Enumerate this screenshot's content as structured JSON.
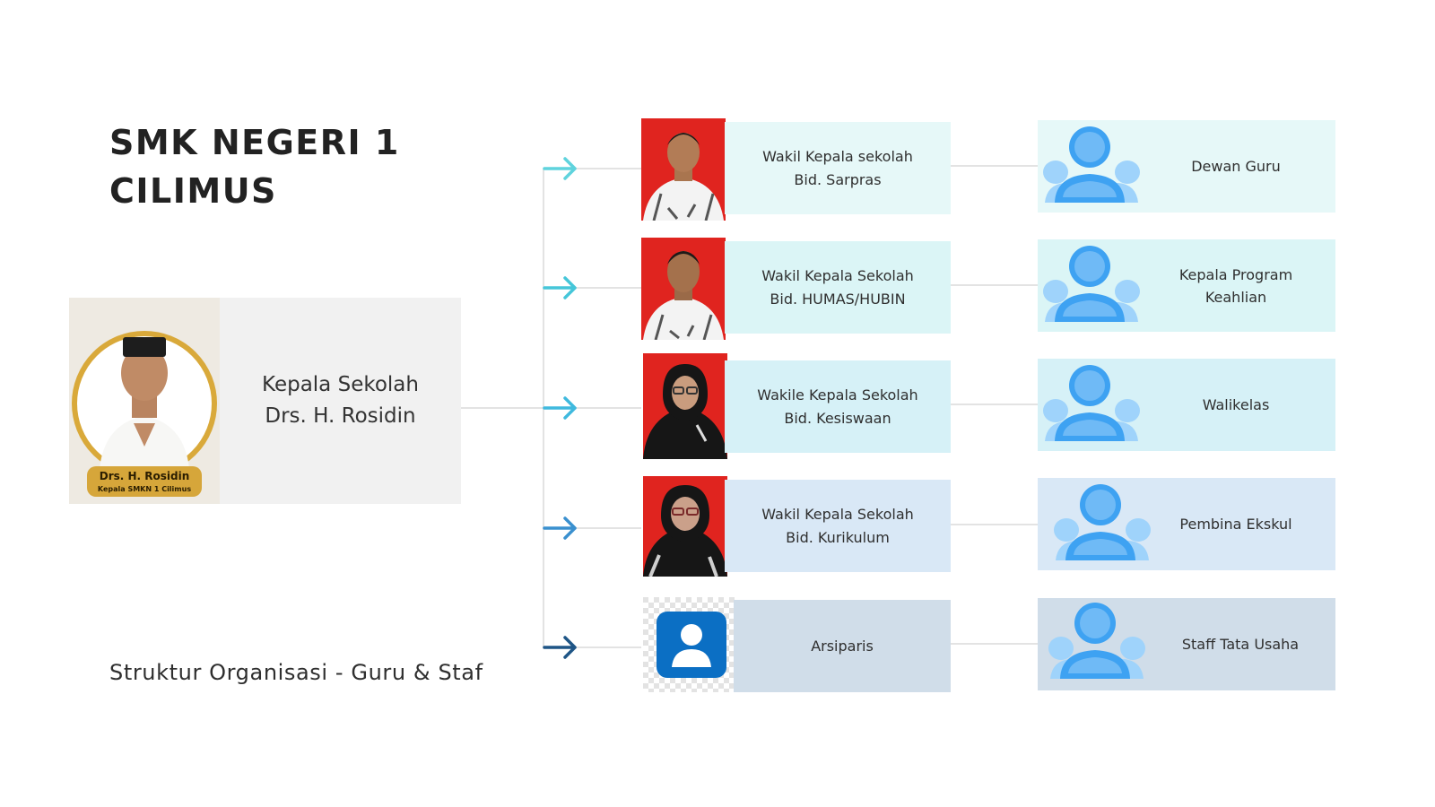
{
  "title": {
    "line1": "SMK NEGERI 1",
    "line2": "CILIMUS"
  },
  "subtitle": "Struktur Organisasi - Guru & Staf",
  "head": {
    "role": "Kepala Sekolah",
    "name": "Drs. H. Rosidin",
    "photo_name_tag": "Drs. H. Rosidin",
    "photo_subtag": "Kepala SMKN 1 Cilimus"
  },
  "branches": [
    {
      "line1": "Wakil Kepala sekolah",
      "line2": "Bid. Sarpras",
      "color": "#e6f8f8",
      "arrow_color": "#5fd3dd",
      "photo": "red-background-portrait-man"
    },
    {
      "line1": "Wakil Kepala Sekolah",
      "line2": "Bid. HUMAS/HUBIN",
      "color": "#dbf5f6",
      "arrow_color": "#45c6d9",
      "photo": "red-background-portrait-man"
    },
    {
      "line1": "Wakile Kepala Sekolah",
      "line2": "Bid. Kesiswaan",
      "color": "#d6f1f7",
      "arrow_color": "#3fb9de",
      "photo": "red-background-portrait-woman-hijab"
    },
    {
      "line1": "Wakil Kepala Sekolah",
      "line2": "Bid. Kurikulum",
      "color": "#d9e8f6",
      "arrow_color": "#3a90cf",
      "photo": "red-background-portrait-woman-hijab"
    },
    {
      "line1": "Arsiparis",
      "line2": "",
      "color": "#d0dde9",
      "arrow_color": "#1e5586",
      "photo": "generic-user-icon"
    }
  ],
  "staff": [
    {
      "line1": "Dewan Guru",
      "line2": "",
      "color": "#e6f8f8"
    },
    {
      "line1": "Kepala Program",
      "line2": "Keahlian",
      "color": "#dbf5f6"
    },
    {
      "line1": "Walikelas",
      "line2": "",
      "color": "#d6f1f7"
    },
    {
      "line1": "Pembina Ekskul",
      "line2": "",
      "color": "#d9e8f6"
    },
    {
      "line1": "Staff Tata Usaha",
      "line2": "",
      "color": "#d0dde9"
    }
  ],
  "colors": {
    "line": "#dadada",
    "user_icon": "#3ea2f2",
    "user_icon_light": "#9fd3fb"
  },
  "icons": {
    "branch_arrow": "arrow-right-icon",
    "group": "user-group-icon"
  }
}
